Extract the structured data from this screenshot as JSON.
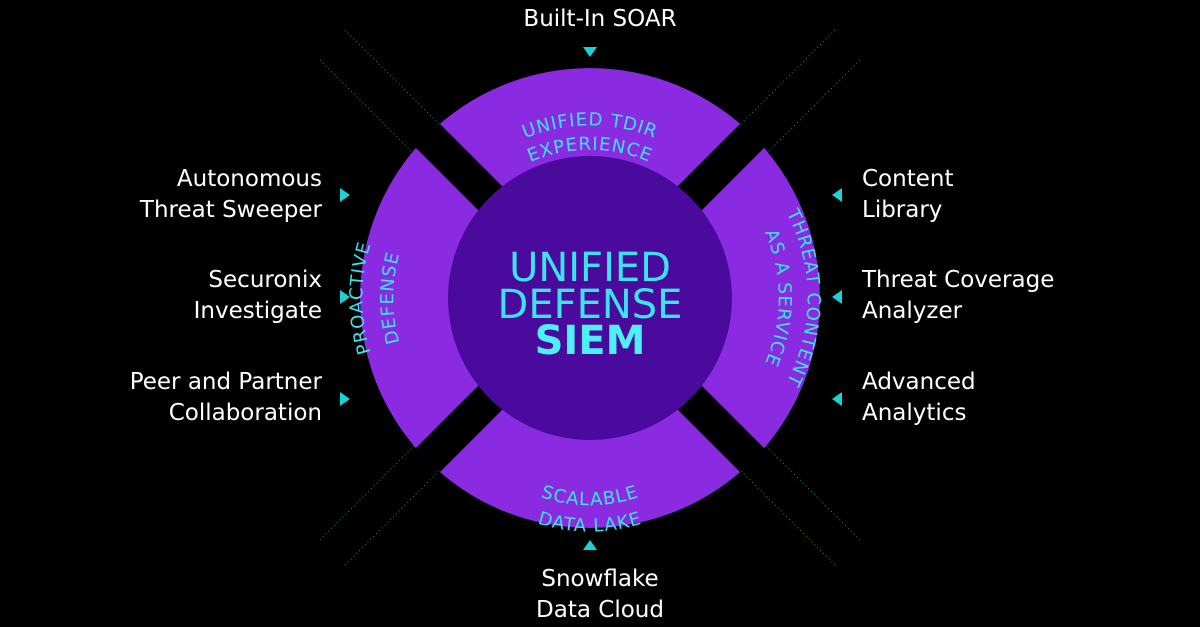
{
  "center": {
    "line1": "UNIFIED",
    "line2": "DEFENSE",
    "line3": "SIEM"
  },
  "segments": {
    "top": [
      "UNIFIED TDIR",
      "EXPERIENCE"
    ],
    "left": [
      "PROACTIVE",
      "DEFENSE"
    ],
    "right": [
      "THREAT CONTENT",
      "AS A SERVICE"
    ],
    "bottom": [
      "SCALABLE",
      "DATA LAKE"
    ]
  },
  "labels": {
    "top": "Built-In SOAR",
    "bottom": [
      "Snowflake",
      "Data Cloud"
    ],
    "left": [
      [
        "Autonomous",
        "Threat Sweeper"
      ],
      [
        "Securonix",
        "Investigate"
      ],
      [
        "Peer and Partner",
        "Collaboration"
      ]
    ],
    "right": [
      [
        "Content",
        "Library"
      ],
      [
        "Threat Coverage",
        "Analyzer"
      ],
      [
        "Advanced",
        "Analytics"
      ]
    ]
  },
  "colors": {
    "background": "#000000",
    "ring": "#8a2be2",
    "core": "#4b0a9e",
    "accent": "#18d3d8"
  }
}
